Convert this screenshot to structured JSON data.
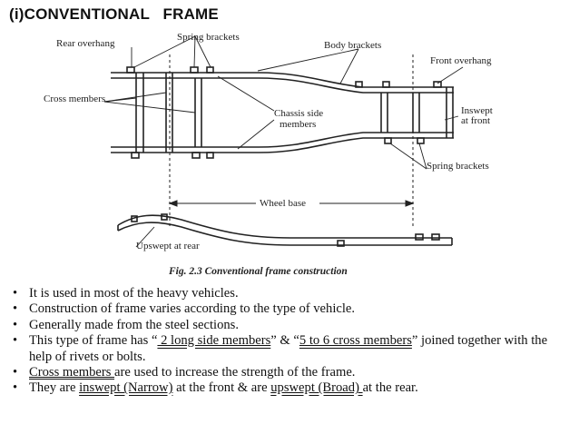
{
  "slide": {
    "title": "(i)CONVENTIONAL   FRAME"
  },
  "figure": {
    "labels": {
      "rear_overhang": "Rear overhang",
      "spring_brackets_top": "Spring brackets",
      "body_brackets": "Body brackets",
      "front_overhang": "Front overhang",
      "cross_members": "Cross members",
      "chassis_side_1": "Chassis side",
      "chassis_side_2": "members",
      "inswept_1": "Inswept",
      "inswept_2": "at front",
      "spring_brackets_bottom": "Spring brackets",
      "wheel_base": "Wheel base",
      "upswept_rear": "Upswept at rear"
    },
    "caption": "Fig. 2.3 Conventional frame construction"
  },
  "bullets": {
    "b1": "It is used in most of the heavy vehicles.",
    "b2": "Construction of frame varies according to the type of vehicle.",
    "b3": "Generally made from the steel sections.",
    "b4_pre": "This type of frame has “",
    "b4_link1": " 2 long side members",
    "b4_mid": "” & “",
    "b4_link2": "5 to 6 cross members",
    "b4_post": "” joined together with the help of rivets or bolts.",
    "b5_link": "Cross members ",
    "b5_post": "are used to increase the strength of the frame.",
    "b6_pre": "They are ",
    "b6_link1": "inswept (Narrow)",
    "b6_mid": " at the front & are ",
    "b6_link2": "upswept (Broad) ",
    "b6_post": "at the rear."
  }
}
